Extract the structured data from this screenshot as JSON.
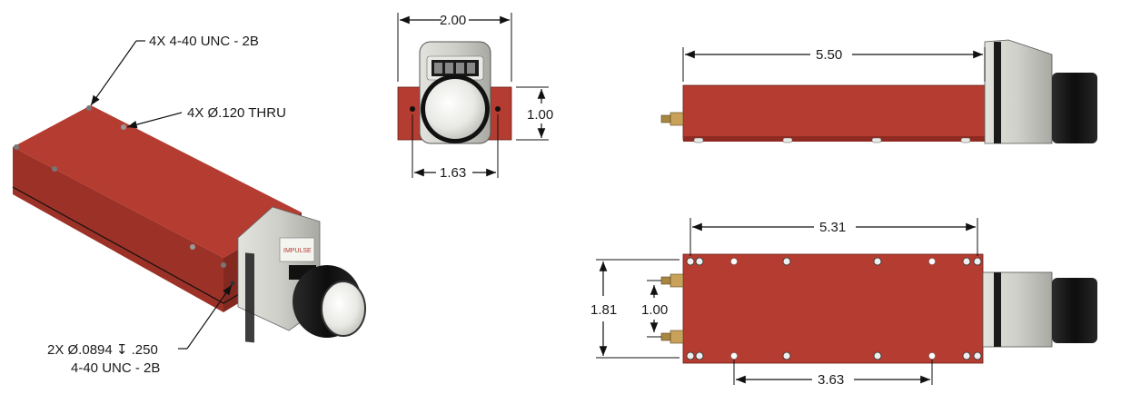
{
  "callouts": {
    "tapped_holes": "4X 4-40 UNC - 2B",
    "thru_holes": "4X Ø.120 THRU",
    "side_holes_line1": "2X Ø.0894 ↧ .250",
    "side_holes_line2": "4-40 UNC - 2B"
  },
  "dimensions": {
    "front_width": "2.00",
    "front_height": "1.00",
    "front_hole_spacing": "1.63",
    "side_length": "5.50",
    "top_length": "5.31",
    "top_width": "1.81",
    "top_connector_spacing": "1.00",
    "top_hole_spacing": "3.63"
  },
  "labels": {
    "brand": "IMPULSE"
  },
  "colors": {
    "body_red": "#b23a2f",
    "body_red_dark": "#8e2a22",
    "body_red_light": "#c9463a",
    "housing_gray": "#cfcfc9",
    "knob_black": "#151515",
    "connector_gold": "#c8a25a"
  }
}
